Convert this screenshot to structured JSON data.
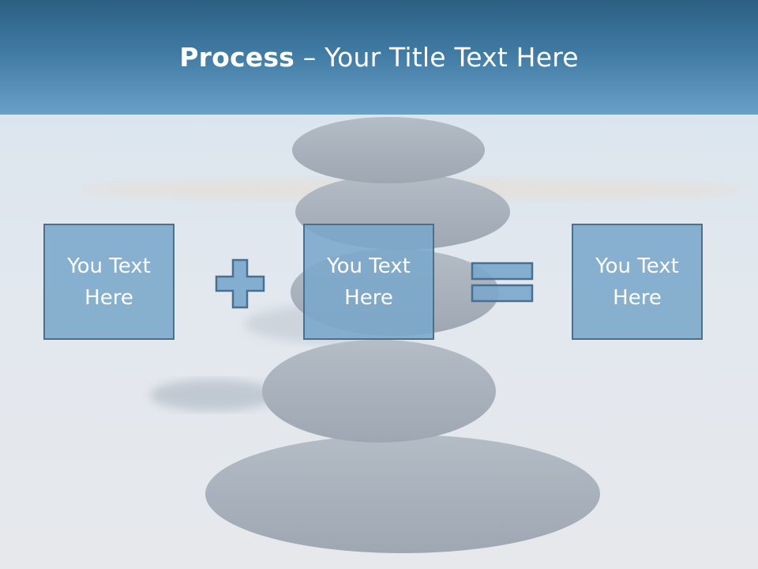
{
  "slide": {
    "title_bold": "Process",
    "title_rest": " – Your Title Text Here",
    "boxes": [
      {
        "line1": "You Text",
        "line2": "Here"
      },
      {
        "line1": "You Text",
        "line2": "Here"
      },
      {
        "line1": "You Text",
        "line2": "Here"
      }
    ],
    "colors": {
      "header": "#3f7aa3",
      "box_fill": "#7aa7cb",
      "box_border": "#4b6f8e",
      "text": "#ffffff"
    },
    "operators": [
      "plus-icon",
      "equals-icon"
    ]
  }
}
